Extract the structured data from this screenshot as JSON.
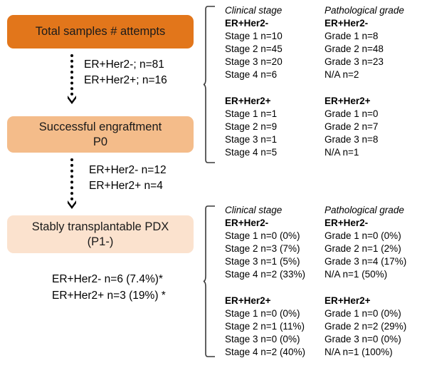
{
  "flow": {
    "boxes": [
      {
        "id": "total",
        "lines": [
          "Total samples # attempts"
        ],
        "color": "#E2761B"
      },
      {
        "id": "engraft",
        "lines": [
          "Successful engraftment",
          "P0"
        ],
        "color": "#F4BC8A"
      },
      {
        "id": "pdx",
        "lines": [
          "Stably transplantable PDX",
          "(P1-)"
        ],
        "color": "#FBE2CE"
      }
    ],
    "arrow_labels": [
      {
        "id": "arrow-1",
        "lines": [
          "ER+Her2-; n=81",
          "ER+Her2+; n=16"
        ]
      },
      {
        "id": "arrow-2",
        "lines": [
          "ER+Her2- n=12",
          "ER+Her2+ n=4"
        ]
      }
    ],
    "pdx_summary": {
      "lines": [
        "ER+Her2- n=6 (7.4%)*",
        "ER+Her2+ n=3 (19%) *"
      ]
    }
  },
  "panels": [
    {
      "id": "panel-top",
      "groups": [
        {
          "show_titles": true,
          "stage": {
            "title": "Clinical stage",
            "subtitle": "ER+Her2-",
            "rows": [
              "Stage 1 n=10",
              "Stage 2 n=45",
              "Stage 3 n=20",
              "Stage 4 n=6"
            ]
          },
          "grade": {
            "title": "Pathological grade",
            "subtitle": "ER+Her2-",
            "rows": [
              "Grade 1 n=8",
              "Grade 2 n=48",
              "Grade 3 n=23",
              "N/A n=2"
            ]
          }
        },
        {
          "show_titles": false,
          "stage": {
            "title": "",
            "subtitle": "ER+Her2+",
            "rows": [
              "Stage 1 n=1",
              "Stage 2 n=9",
              "Stage 3 n=1",
              "Stage 4 n=5"
            ]
          },
          "grade": {
            "title": "",
            "subtitle": "ER+Her2+",
            "rows": [
              "Grade 1 n=0",
              "Grade 2 n=7",
              "Grade 3 n=8",
              "N/A n=1"
            ]
          }
        }
      ]
    },
    {
      "id": "panel-bottom",
      "groups": [
        {
          "show_titles": true,
          "stage": {
            "title": "Clinical stage",
            "subtitle": "ER+Her2-",
            "rows": [
              "Stage 1 n=0 (0%)",
              "Stage 2 n=3 (7%)",
              "Stage 3 n=1 (5%)",
              "Stage 4 n=2 (33%)"
            ]
          },
          "grade": {
            "title": "Pathological grade",
            "subtitle": "ER+Her2-",
            "rows": [
              "Grade 1 n=0 (0%)",
              "Grade 2 n=1 (2%)",
              "Grade 3 n=4 (17%)",
              "N/A n=1 (50%)"
            ]
          }
        },
        {
          "show_titles": false,
          "stage": {
            "title": "",
            "subtitle": "ER+Her2+",
            "rows": [
              "Stage 1 n=0 (0%)",
              "Stage 2 n=1 (11%)",
              "Stage 3 n=0 (0%)",
              "Stage 4 n=2 (40%)"
            ]
          },
          "grade": {
            "title": "",
            "subtitle": "ER+Her2+",
            "rows": [
              "Grade 1 n=0 (0%)",
              "Grade 2 n=2 (29%)",
              "Grade 3 n=0 (0%)",
              "N/A n=1 (100%)"
            ]
          }
        }
      ]
    }
  ]
}
